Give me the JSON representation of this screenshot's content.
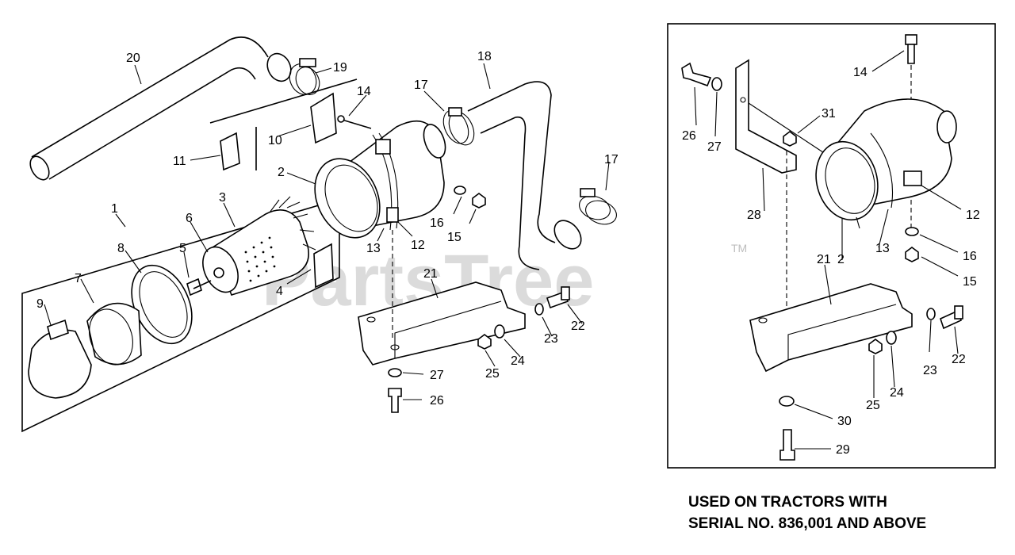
{
  "watermark": {
    "text": "PartsTree",
    "tm": "TM"
  },
  "footnote": {
    "line1": "USED ON TRACTORS WITH",
    "line2": "SERIAL NO. 836,001 AND ABOVE"
  },
  "main_view": {
    "callouts": {
      "p1": "1",
      "p2": "2",
      "p3": "3",
      "p4": "4",
      "p5": "5",
      "p6": "6",
      "p7": "7",
      "p8": "8",
      "p9": "9",
      "p10": "10",
      "p11": "11",
      "p12": "12",
      "p13": "13",
      "p14": "14",
      "p15": "15",
      "p16": "16",
      "p17a": "17",
      "p17b": "17",
      "p18": "18",
      "p19": "19",
      "p20": "20",
      "p21": "21",
      "p22": "22",
      "p23": "23",
      "p24": "24",
      "p25": "25",
      "p26": "26",
      "p27": "27"
    }
  },
  "inset_view": {
    "callouts": {
      "p2": "2",
      "p12": "12",
      "p13": "13",
      "p14": "14",
      "p15": "15",
      "p16": "16",
      "p21": "21",
      "p22": "22",
      "p23": "23",
      "p24": "24",
      "p25": "25",
      "p26": "26",
      "p27": "27",
      "p28": "28",
      "p29": "29",
      "p30": "30",
      "p31": "31"
    }
  }
}
